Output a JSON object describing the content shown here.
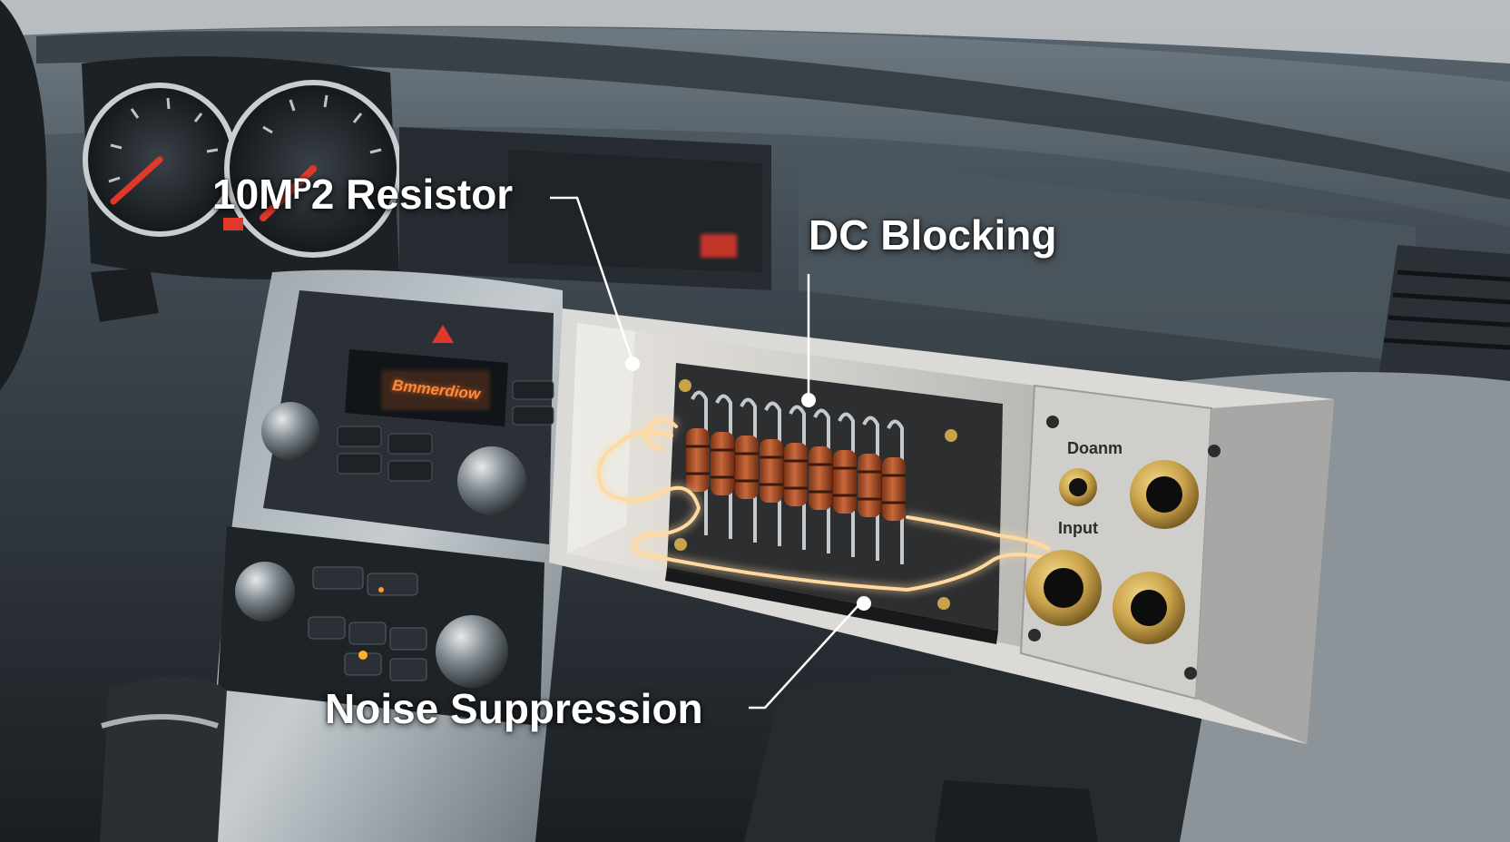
{
  "callouts": {
    "resistor": "10Mᴾ2 Resistor",
    "dc_blocking": "DC Blocking",
    "noise_suppression": "Noise Suppression"
  },
  "panel": {
    "top_port_label": "Doanm",
    "input_port_label": "Input"
  },
  "radio": {
    "display_text": "Bmmerdiow"
  },
  "colors": {
    "callout_text": "#ffffff",
    "glow_trace": "#ffd9a0",
    "resistor_body": "#b4572f",
    "jack_gold": "#c9a24a",
    "panel_grey": "#bcbcbc",
    "radio_display": "#ff8a3a"
  },
  "icons": {
    "hazard": "hazard-warning-icon",
    "gauges": "speedometer-icon"
  }
}
